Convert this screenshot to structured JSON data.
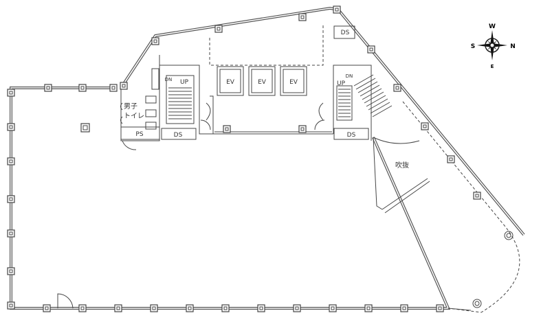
{
  "floor_plan": {
    "rooms": {
      "restroom": [
        "男子",
        "トイレ"
      ],
      "ps": "PS",
      "ds_left": "DS",
      "ds_right": "DS",
      "ds_top": "DS",
      "void": "吹抜"
    },
    "elevators": [
      "EV",
      "EV",
      "EV"
    ],
    "stairs": {
      "left_up": "UP",
      "left_down": "DN",
      "right_up": "UP",
      "right_down": "DN"
    },
    "compass": {
      "top": "W",
      "right": "N",
      "left": "S",
      "bottom": "E"
    }
  }
}
